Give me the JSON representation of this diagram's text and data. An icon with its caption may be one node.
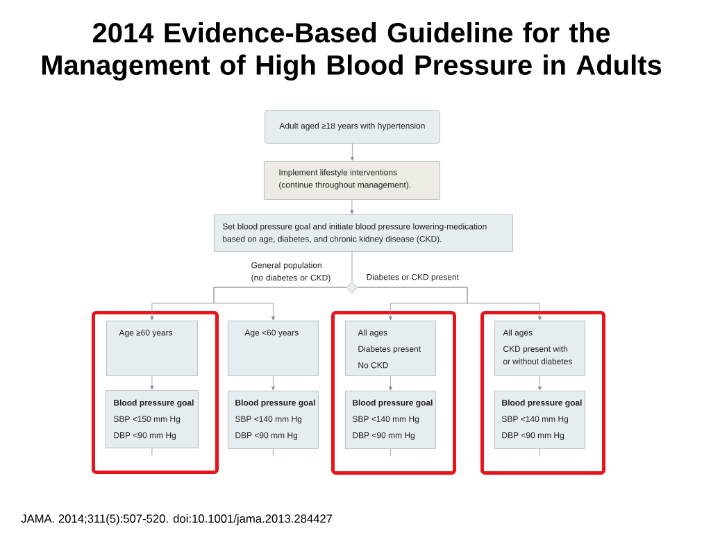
{
  "diagram": {
    "title": "2014 Evidence-Based Guideline for the Management of High Blood Pressure in Adults",
    "caption": "JAMA. 2014;311(5):507-520. doi:10.1001/jama.2013.284427",
    "nodes": [
      {
        "text": [
          "Adult aged ≥18 years with hypertension"
        ]
      },
      {
        "text": [
          "Implement lifestyle interventions (continue throughout management)."
        ]
      },
      {
        "text": [
          "Set blood pressure goal and initiate blood pressure lowering-medication based on age, diabetes, and chronic kidney disease (CKD)."
        ]
      },
      {
        "text": [],
        "shape": "diamond"
      },
      {
        "text": [],
        "shape": "box"
      },
      {
        "text": [
          "Age ≥60 years"
        ],
        "in": 4
      },
      {
        "text": [
          "Blood pressure goal",
          "SBP <150 mm Hg",
          "DBP <90 mm Hg"
        ],
        "in": 4
      },
      {
        "text": [
          "Age <60 years"
        ]
      },
      {
        "text": [
          "Blood pressure goal",
          "SBP <140 mm Hg",
          "DBP <90 mm Hg"
        ]
      },
      {
        "text": [],
        "shape": "box"
      },
      {
        "text": [
          "All ages",
          "Diabetes present",
          "No CKD"
        ],
        "in": 9
      },
      {
        "text": [
          "Blood pressure goal",
          "SBP <140 mm Hg",
          "DBP <90 mm Hg"
        ],
        "in": 9
      },
      {
        "text": [],
        "shape": "box"
      },
      {
        "text": [
          "All ages",
          "CKD present with or without diabetes"
        ],
        "in": 12
      },
      {
        "text": [
          "Blood pressure goal",
          "SBP <140 mm Hg",
          "DBP <90 mm Hg"
        ],
        "in": 12
      }
    ],
    "edges": [
      {
        "from": 0,
        "to": 1,
        "arrow": "to"
      },
      {
        "from": 1,
        "to": 2,
        "arrow": "to"
      },
      {
        "from": 2,
        "to": 3,
        "arrow": "none"
      },
      {
        "from": 3,
        "to": 5,
        "arrow": "to",
        "label": "General population (no diabetes or CKD)"
      },
      {
        "from": 3,
        "to": 7,
        "arrow": "to"
      },
      {
        "from": 3,
        "to": 10,
        "arrow": "to",
        "label": "Diabetes or CKD present"
      },
      {
        "from": 3,
        "to": 13,
        "arrow": "to"
      },
      {
        "from": 5,
        "to": 6,
        "arrow": "to"
      },
      {
        "from": 7,
        "to": 8,
        "arrow": "to"
      },
      {
        "from": 10,
        "to": 11,
        "arrow": "to"
      },
      {
        "from": 13,
        "to": 14,
        "arrow": "to"
      },
      {
        "from": 6,
        "to": null,
        "arrow": "none"
      },
      {
        "from": 8,
        "to": null,
        "arrow": "none"
      },
      {
        "from": 11,
        "to": null,
        "arrow": "none"
      },
      {
        "from": 14,
        "to": null,
        "arrow": "none"
      }
    ]
  }
}
